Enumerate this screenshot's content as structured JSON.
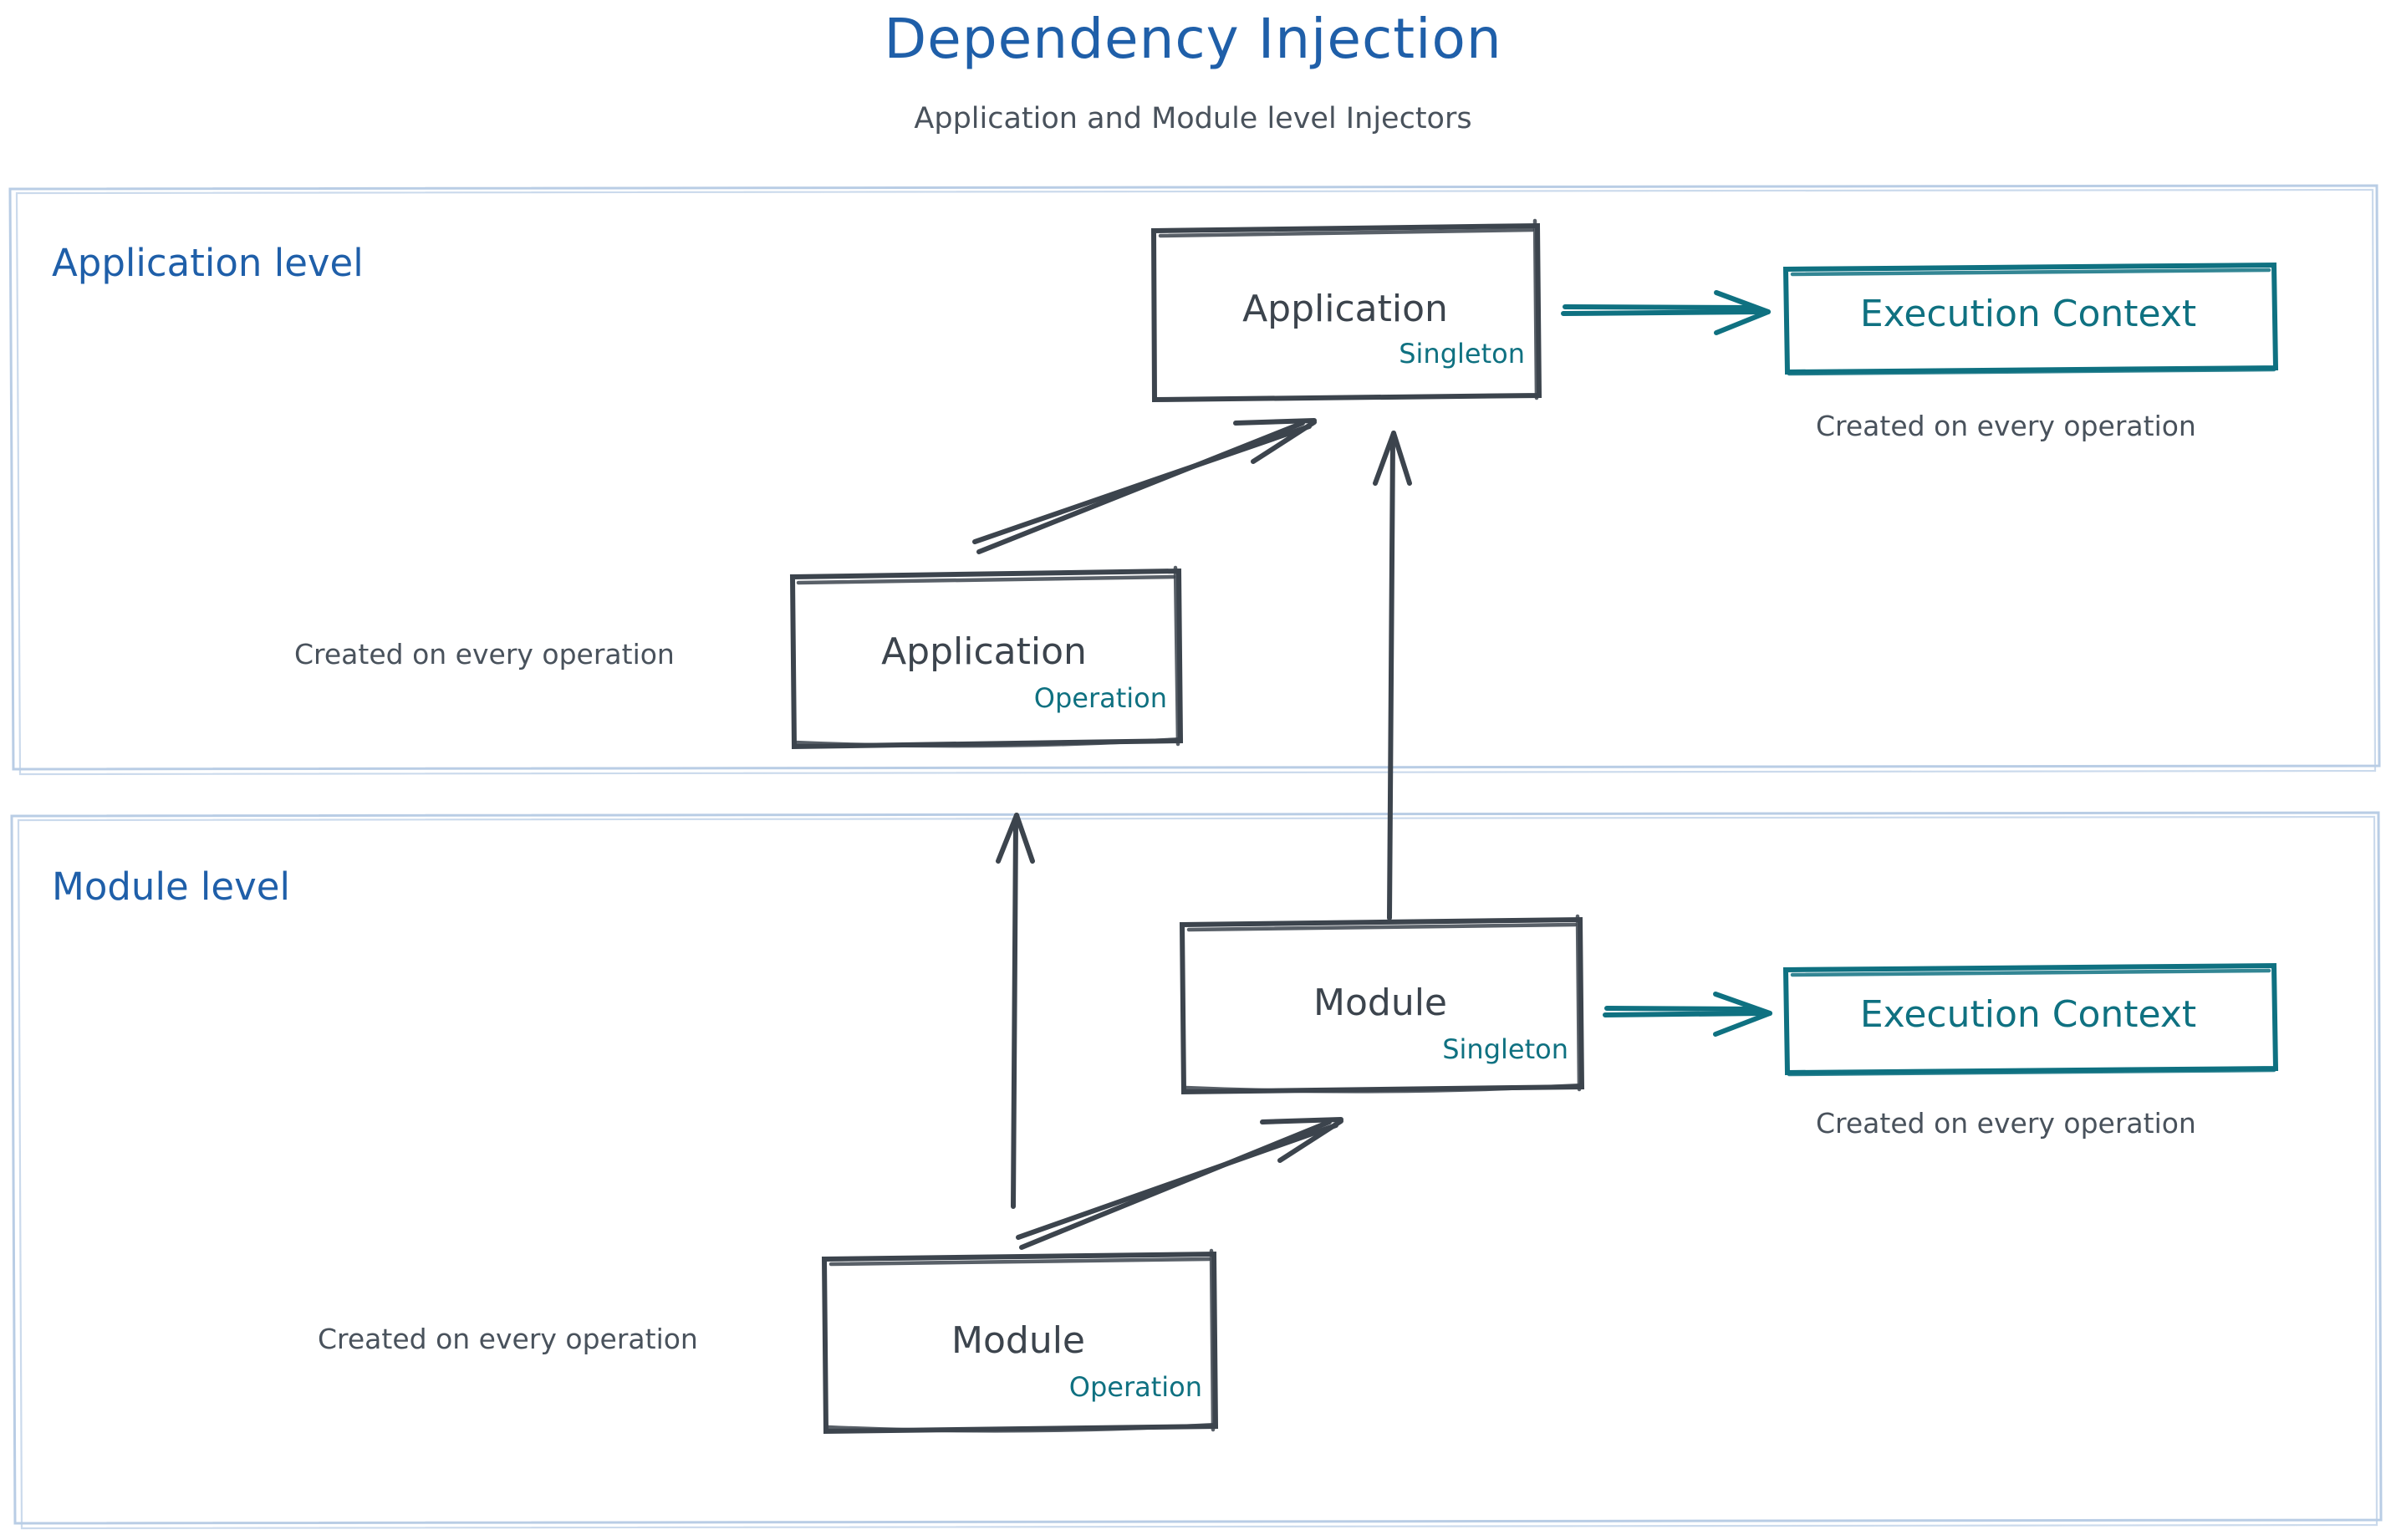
{
  "header": {
    "title": "Dependency Injection",
    "subtitle": "Application and Module level Injectors"
  },
  "colors": {
    "title_blue": "#1f5fa9",
    "panel_border_blue": "#b9cde5",
    "node_stroke_gray": "#3c444d",
    "badge_teal": "#0f7181",
    "caption_gray": "#49525c",
    "background": "#ffffff"
  },
  "panels": [
    {
      "id": "application-level",
      "label": "Application level"
    },
    {
      "id": "module-level",
      "label": "Module level"
    }
  ],
  "nodes": [
    {
      "id": "application-singleton",
      "title": "Application",
      "badge": "Singleton",
      "panel": "application-level"
    },
    {
      "id": "application-operation",
      "title": "Application",
      "badge": "Operation",
      "panel": "application-level"
    },
    {
      "id": "module-singleton",
      "title": "Module",
      "badge": "Singleton",
      "panel": "module-level"
    },
    {
      "id": "module-operation",
      "title": "Module",
      "badge": "Operation",
      "panel": "module-level"
    }
  ],
  "execution_contexts": [
    {
      "id": "execution-context-application",
      "label": "Execution Context",
      "caption": "Created on every operation"
    },
    {
      "id": "execution-context-module",
      "label": "Execution Context",
      "caption": "Created on every operation"
    }
  ],
  "captions": {
    "application_operation": "Created on every operation",
    "module_operation": "Created on every operation",
    "execution_context_application": "Created on every operation",
    "execution_context_module": "Created on every operation"
  },
  "edges": [
    {
      "id": "edge-app-operation-to-app-singleton",
      "from": "application-operation",
      "to": "application-singleton",
      "style": "sketch-arrow",
      "color": "#3c444d"
    },
    {
      "id": "edge-app-singleton-to-execution-context",
      "from": "application-singleton",
      "to": "execution-context-application",
      "style": "sketch-arrow",
      "color": "#0f7181"
    },
    {
      "id": "edge-module-singleton-to-app-singleton",
      "from": "module-singleton",
      "to": "application-singleton",
      "style": "sketch-arrow",
      "color": "#3c444d"
    },
    {
      "id": "edge-module-operation-to-app-operation",
      "from": "module-operation",
      "to": "application-operation",
      "style": "sketch-arrow",
      "color": "#3c444d"
    },
    {
      "id": "edge-module-operation-to-module-singleton",
      "from": "module-operation",
      "to": "module-singleton",
      "style": "sketch-arrow",
      "color": "#3c444d"
    },
    {
      "id": "edge-module-singleton-to-execution-context",
      "from": "module-singleton",
      "to": "execution-context-module",
      "style": "sketch-arrow",
      "color": "#0f7181"
    }
  ]
}
